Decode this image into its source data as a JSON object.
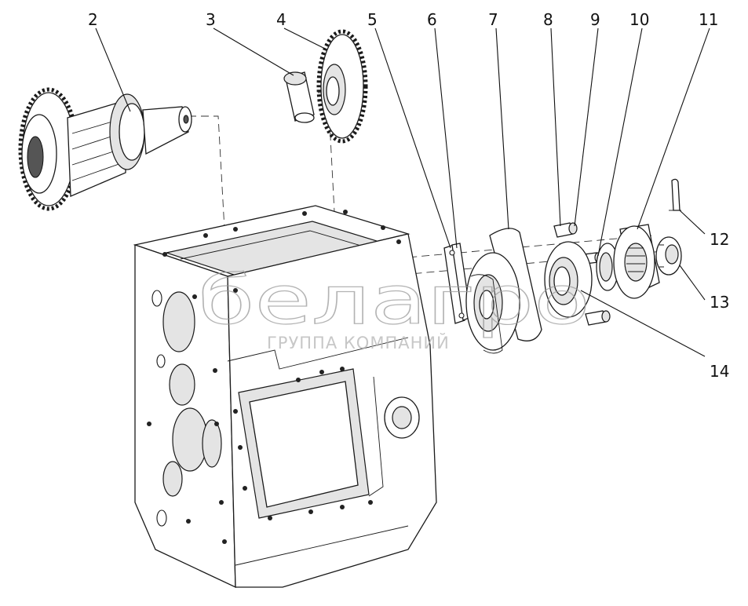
{
  "diagram": {
    "callouts": [
      {
        "id": "c2",
        "label": "2"
      },
      {
        "id": "c3",
        "label": "3"
      },
      {
        "id": "c4",
        "label": "4"
      },
      {
        "id": "c5",
        "label": "5"
      },
      {
        "id": "c6",
        "label": "6"
      },
      {
        "id": "c7",
        "label": "7"
      },
      {
        "id": "c8",
        "label": "8"
      },
      {
        "id": "c9",
        "label": "9"
      },
      {
        "id": "c10",
        "label": "10"
      },
      {
        "id": "c11",
        "label": "11"
      },
      {
        "id": "c12",
        "label": "12"
      },
      {
        "id": "c13",
        "label": "13"
      },
      {
        "id": "c14",
        "label": "14"
      }
    ],
    "watermark": {
      "brand": "белагро",
      "subtitle": "ГРУППА КОМПАНИЙ"
    },
    "colors": {
      "line": "#1a1a1a",
      "watermark": "#9a9a9a",
      "background": "#ffffff"
    }
  }
}
